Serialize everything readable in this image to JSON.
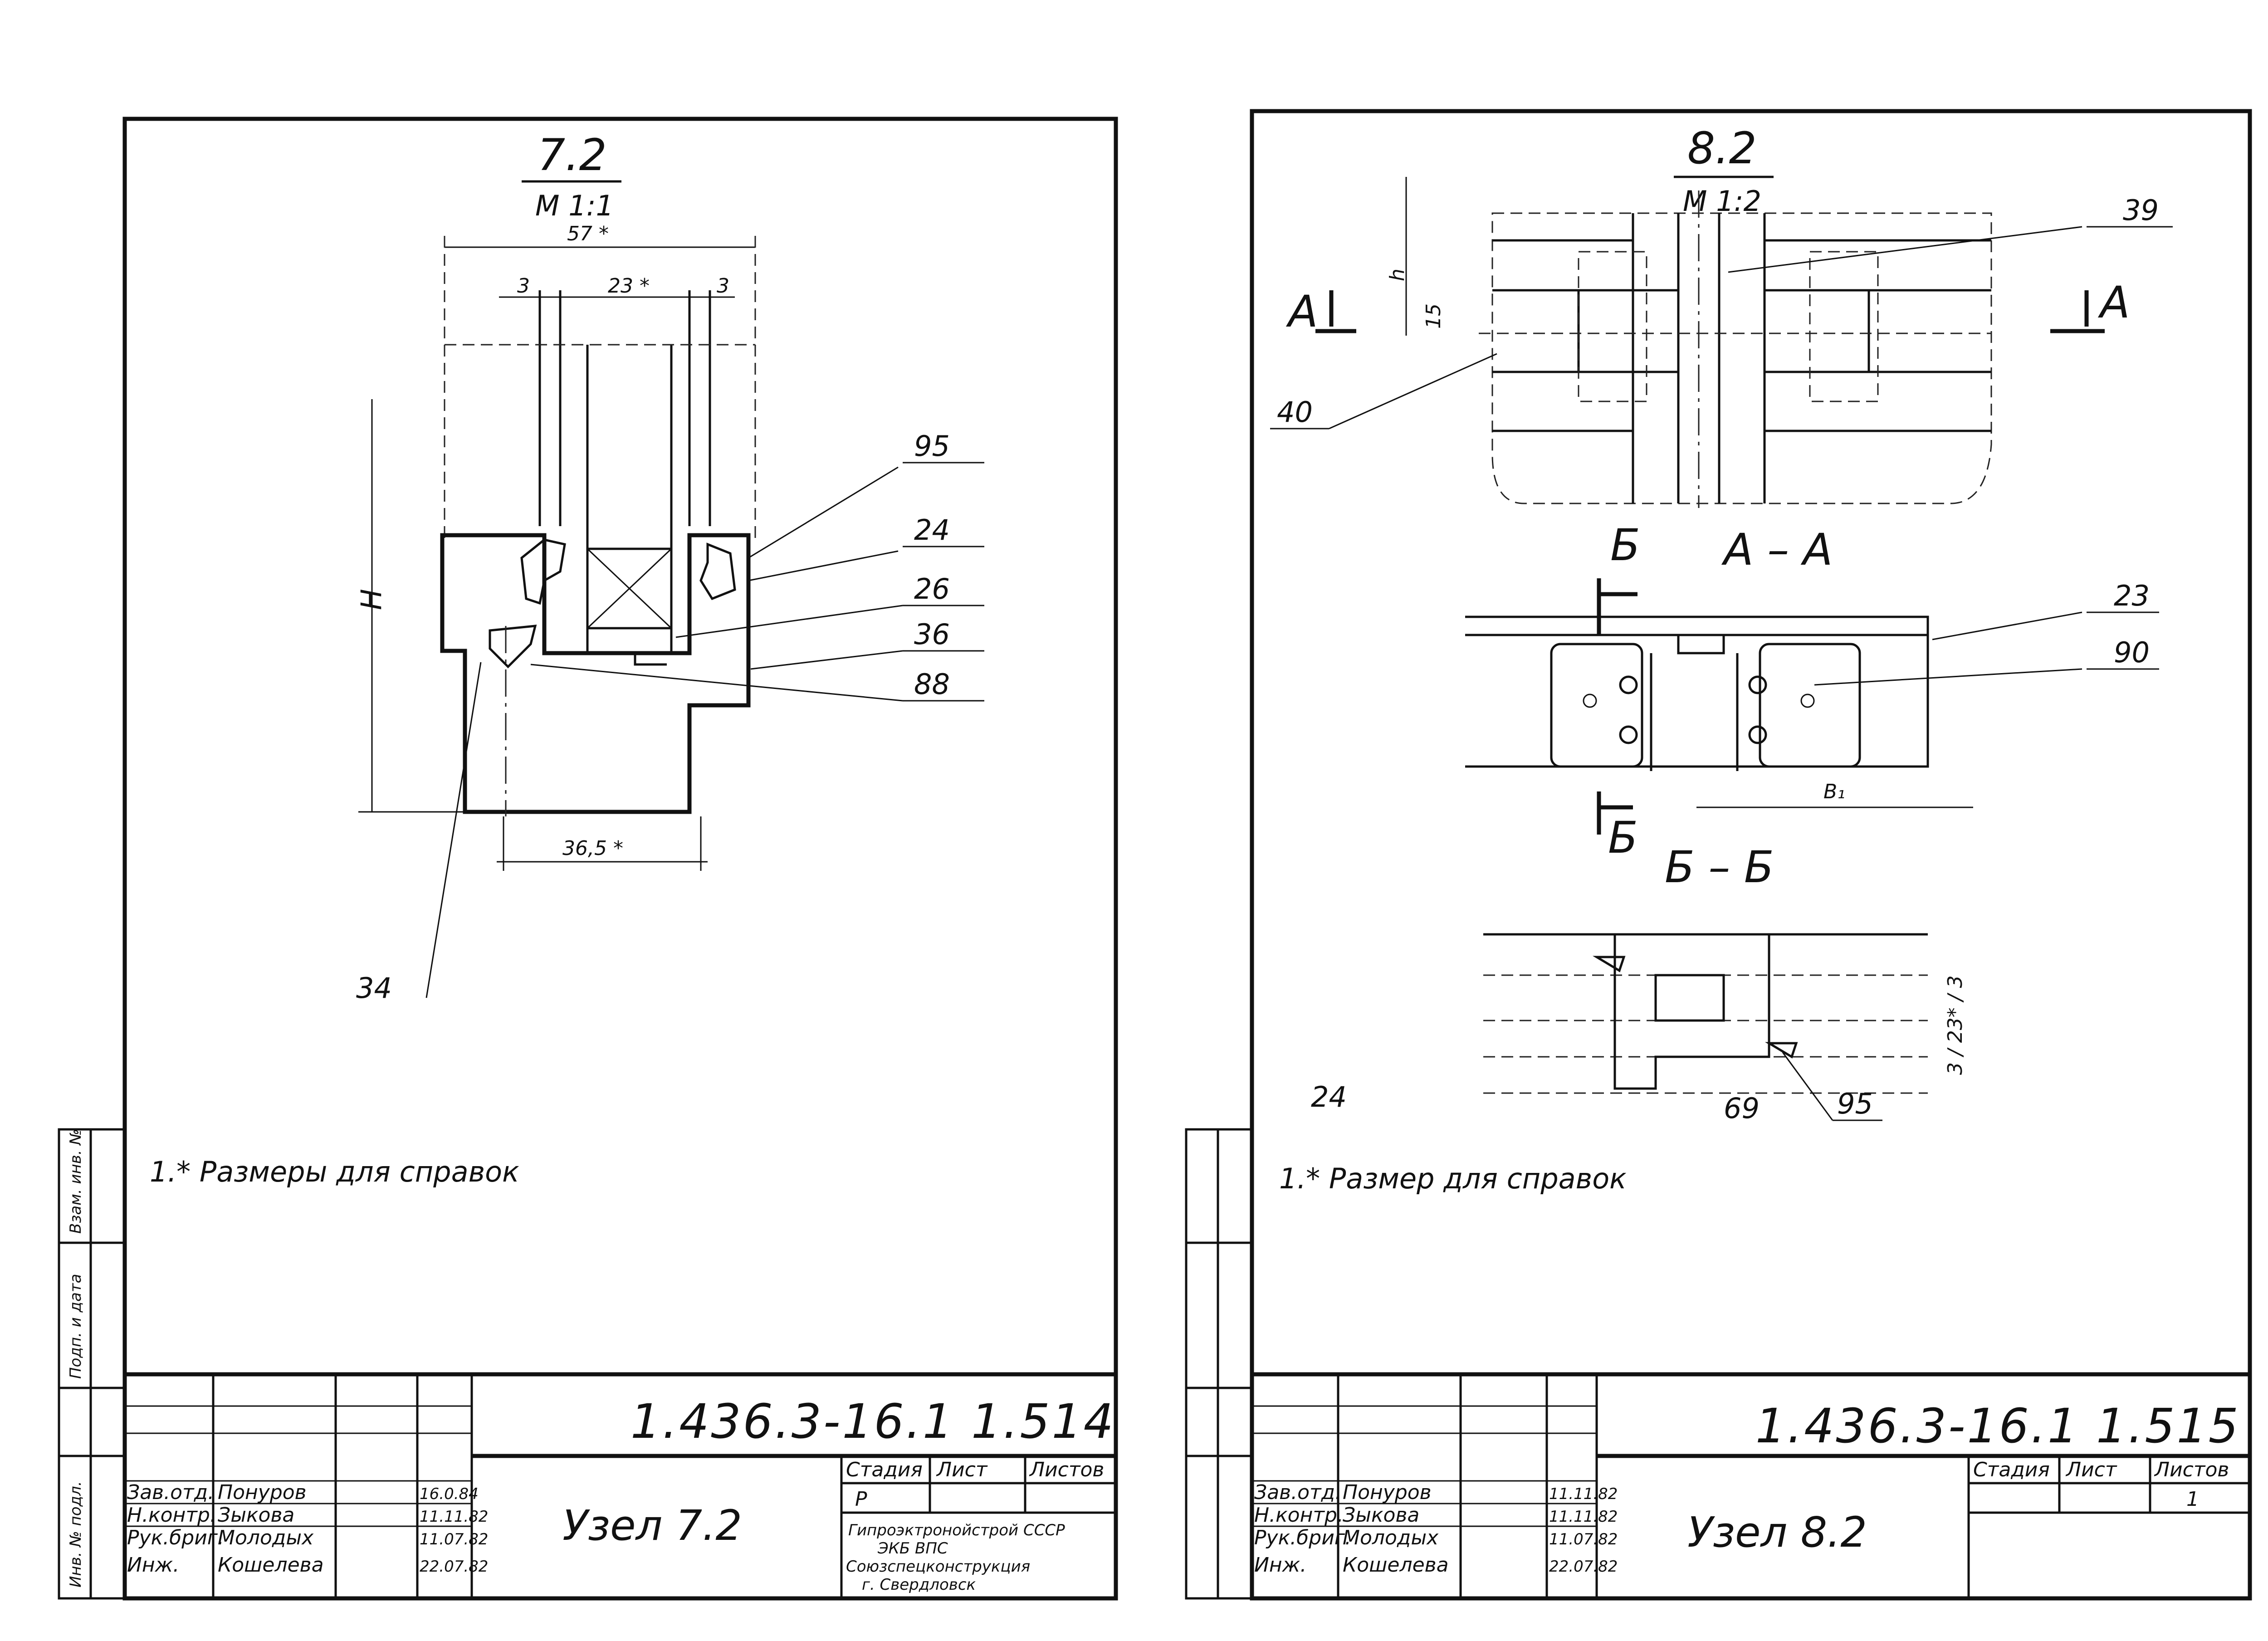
{
  "left_sheet": {
    "detail_title": "7.2",
    "scale": "М 1:1",
    "dimensions": {
      "overall": "57 *",
      "left_gap": "3",
      "glass": "23 *",
      "right_gap": "3",
      "height": "Н",
      "bottom": "36,5 *"
    },
    "callouts": [
      "95",
      "24",
      "26",
      "36",
      "88",
      "34"
    ],
    "note": "1.* Размеры для справок",
    "code": "1.436.3-16.1 1.514",
    "name": "Узел 7.2",
    "stage_headers": [
      "Стадия",
      "Лист",
      "Листов"
    ],
    "stage_value": "Р",
    "org_lines": [
      "Гипроэктронойстрой СССР",
      "ЭКБ ВПС",
      "Союзспецконструкция",
      "г. Свердловск"
    ],
    "signatures": [
      {
        "role": "Зав.отд.",
        "name": "Понуров",
        "date": "16.0.84"
      },
      {
        "role": "Н.контр.",
        "name": "Зыкова",
        "date": "11.11.82"
      },
      {
        "role": "Рук.бриг.",
        "name": "Молодых",
        "date": "11.07.82"
      },
      {
        "role": "Инж.",
        "name": "Кошелева",
        "date": "22.07.82"
      }
    ],
    "side_stamp": [
      "Взам. инв. №",
      "Подп. и дата",
      "Инв. № подл."
    ]
  },
  "right_sheet": {
    "detail_title": "8.2",
    "scale": "М 1:2",
    "section_marks": {
      "a_left": "А",
      "a_right": "А",
      "b_top": "Б",
      "b_bottom": "Б"
    },
    "section_titles": [
      "А – А",
      "Б – Б"
    ],
    "dimensions": {
      "h": "h",
      "fifteen": "15",
      "b1": "В₁",
      "side_stack": "3 / 23* / 3"
    },
    "callouts": [
      "39",
      "40",
      "23",
      "90",
      "24",
      "69",
      "95"
    ],
    "note": "1.* Размер для справок",
    "code": "1.436.3-16.1 1.515",
    "name": "Узел 8.2",
    "stage_headers": [
      "Стадия",
      "Лист",
      "Листов"
    ],
    "sheet_value": "1",
    "signatures": [
      {
        "role": "Зав.отд.",
        "name": "Понуров",
        "date": "11.11.82"
      },
      {
        "role": "Н.контр.",
        "name": "Зыкова",
        "date": "11.11.82"
      },
      {
        "role": "Рук.бриг.",
        "name": "Молодых",
        "date": "11.07.82"
      },
      {
        "role": "Инж.",
        "name": "Кошелева",
        "date": "22.07.82"
      }
    ]
  }
}
